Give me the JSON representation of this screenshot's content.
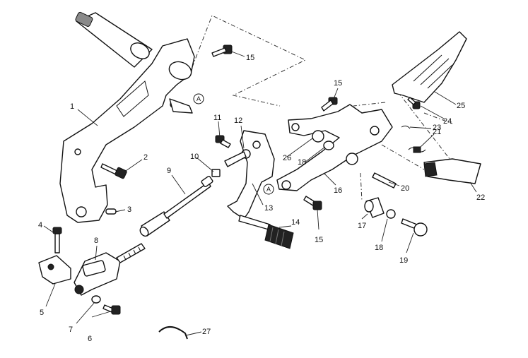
{
  "callouts": {
    "c1": "1",
    "c2": "2",
    "c3": "3",
    "c4": "4",
    "c5": "5",
    "c6": "6",
    "c7": "7",
    "c8": "8",
    "c9": "9",
    "c10": "10",
    "c11": "11",
    "c12": "12",
    "c13": "13",
    "c14": "14",
    "c15a": "15",
    "c15b": "15",
    "c15c": "15",
    "c16": "16",
    "c17": "17",
    "c18a": "18",
    "c18b": "18",
    "c19": "19",
    "c20": "20",
    "c21": "21",
    "c22": "22",
    "c23": "23",
    "c24": "24",
    "c25": "25",
    "c26": "26",
    "c27": "27"
  },
  "markers": {
    "m1": "A",
    "m2": "A"
  }
}
